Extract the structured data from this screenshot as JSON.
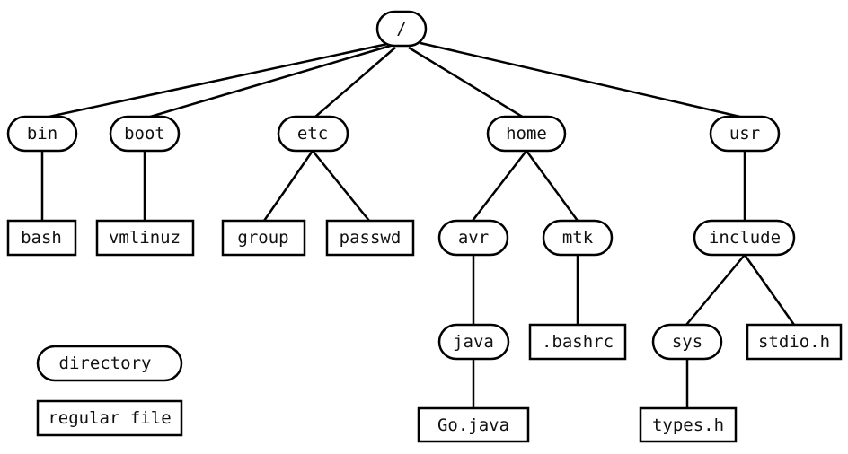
{
  "tree": {
    "root": "/",
    "directories": {
      "bin": "bin",
      "boot": "boot",
      "etc": "etc",
      "home": "home",
      "usr": "usr",
      "avr": "avr",
      "mtk": "mtk",
      "include": "include",
      "java": "java",
      "sys": "sys"
    },
    "files": {
      "bash": "bash",
      "vmlinuz": "vmlinuz",
      "group": "group",
      "passwd": "passwd",
      "bashrc": ".bashrc",
      "stdio_h": "stdio.h",
      "go_java": "Go.java",
      "types_h": "types.h"
    },
    "edges": [
      [
        "root",
        "bin"
      ],
      [
        "root",
        "boot"
      ],
      [
        "root",
        "etc"
      ],
      [
        "root",
        "home"
      ],
      [
        "root",
        "usr"
      ],
      [
        "bin",
        "bash"
      ],
      [
        "boot",
        "vmlinuz"
      ],
      [
        "etc",
        "group"
      ],
      [
        "etc",
        "passwd"
      ],
      [
        "home",
        "avr"
      ],
      [
        "home",
        "mtk"
      ],
      [
        "usr",
        "include"
      ],
      [
        "avr",
        "java"
      ],
      [
        "java",
        "go_java"
      ],
      [
        "mtk",
        "bashrc"
      ],
      [
        "include",
        "sys"
      ],
      [
        "include",
        "stdio_h"
      ],
      [
        "sys",
        "types_h"
      ]
    ]
  },
  "legend": {
    "directory": "directory",
    "regular_file": "regular file"
  }
}
